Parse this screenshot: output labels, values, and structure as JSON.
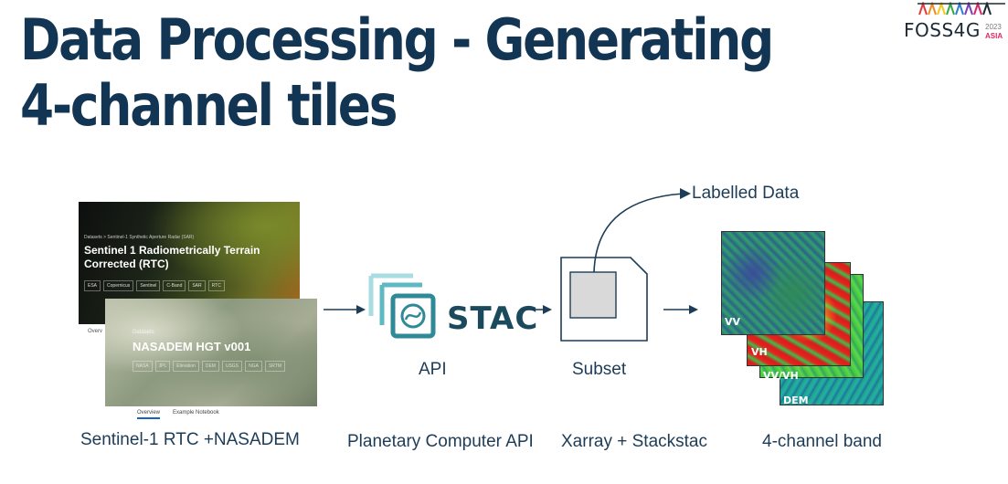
{
  "slide": {
    "title_line1": "Data Processing - Generating",
    "title_line2": "4-channel tiles"
  },
  "logo": {
    "word": "FOSS4G",
    "year": "2023",
    "sub": "ASIA"
  },
  "sentinel_card": {
    "breadcrumb": "Datasets > Sentinel-1 Synthetic Aperture Radar (SAR)",
    "title": "Sentinel 1 Radiometrically Terrain Corrected (RTC)",
    "tags": [
      "ESA",
      "Copernicus",
      "Sentinel",
      "C-Band",
      "SAR",
      "RTC"
    ],
    "tab": "Overv"
  },
  "nasadem_card": {
    "breadcrumb": "Datasets",
    "title": "NASADEM HGT v001",
    "tags": [
      "NASA",
      "JPL",
      "Elevation",
      "DEM",
      "USGS",
      "NGA",
      "SRTM"
    ],
    "tabs": [
      "Overview",
      "Example Notebook"
    ]
  },
  "stac": {
    "word": "STAC",
    "label": "API"
  },
  "subset": {
    "label": "Subset",
    "labelled": "Labelled Data"
  },
  "bands": {
    "vv": "VV",
    "vh": "VH",
    "vvvh": "VV/VH",
    "dem": "DEM"
  },
  "captions": {
    "sources": "Sentinel-1 RTC +NASADEM",
    "api": "Planetary Computer API",
    "xarray": "Xarray + Stackstac",
    "band": "4-channel band"
  },
  "colors": {
    "title": "#123554",
    "stac": "#1b4a5c",
    "stac_light": "#9ad8de",
    "text": "#1d3c57"
  }
}
